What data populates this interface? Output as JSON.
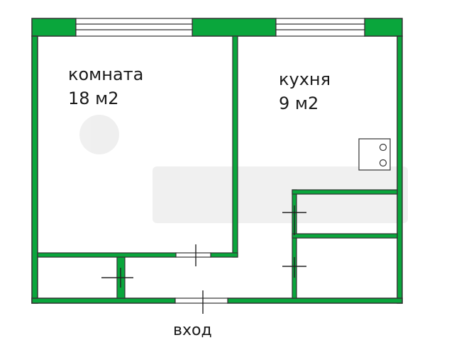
{
  "plan": {
    "wall_color": "#0aa63c",
    "outline_color": "#333333",
    "rooms": [
      {
        "id": "room",
        "name": "комната",
        "area": "18 м2"
      },
      {
        "id": "kitchen",
        "name": "кухня",
        "area": "9 м2"
      }
    ],
    "entrance_label": "вход",
    "fixtures": [
      "stove-icon",
      "window",
      "door-opening"
    ]
  }
}
